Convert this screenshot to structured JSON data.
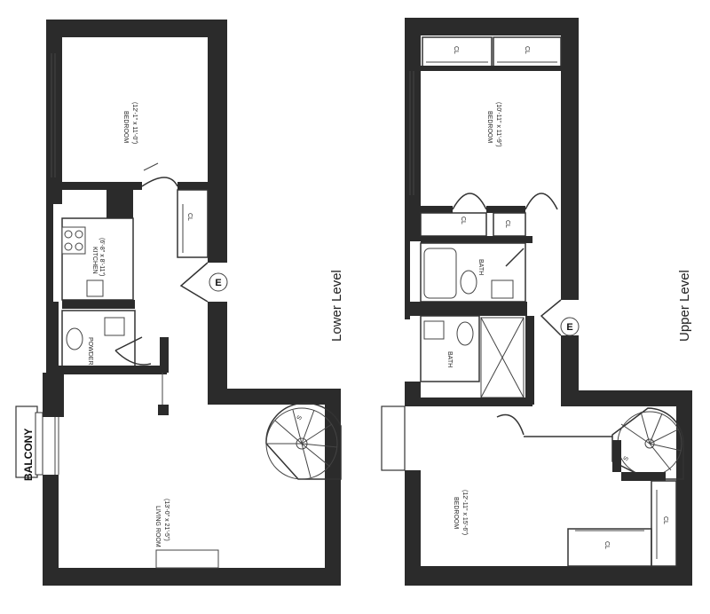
{
  "levels": {
    "lower": "Lower Level",
    "upper": "Upper Level"
  },
  "lower_rooms": {
    "bedroom_name": "BEDROOM",
    "bedroom_dim": "(12'-1\" x 11'-0\")",
    "kitchen_name": "KITCHEN",
    "kitchen_dim": "(6'-8\" x 8'-11\")",
    "powder": "POWDER",
    "closet": "CL",
    "living_name": "LIVING ROOM",
    "living_dim": "(13'-0\" x 21'-5\")",
    "stair_mark": "S",
    "balcony": "BALCONY",
    "entry": "E"
  },
  "upper_rooms": {
    "bedroom1_name": "BEDROOM",
    "bedroom1_dim": "(10'-11\" x 11'-9\")",
    "closet_a": "CL",
    "closet_b": "CL",
    "closet_c": "CL",
    "closet_d": "CL",
    "closet_e": "CL",
    "closet_f": "CL",
    "bath1": "BATH",
    "bath2": "BATH",
    "bedroom2_name": "BEDROOM",
    "bedroom2_dim": "(12'-11\" x 15'-6\")",
    "stair_mark": "S",
    "entry": "E"
  }
}
